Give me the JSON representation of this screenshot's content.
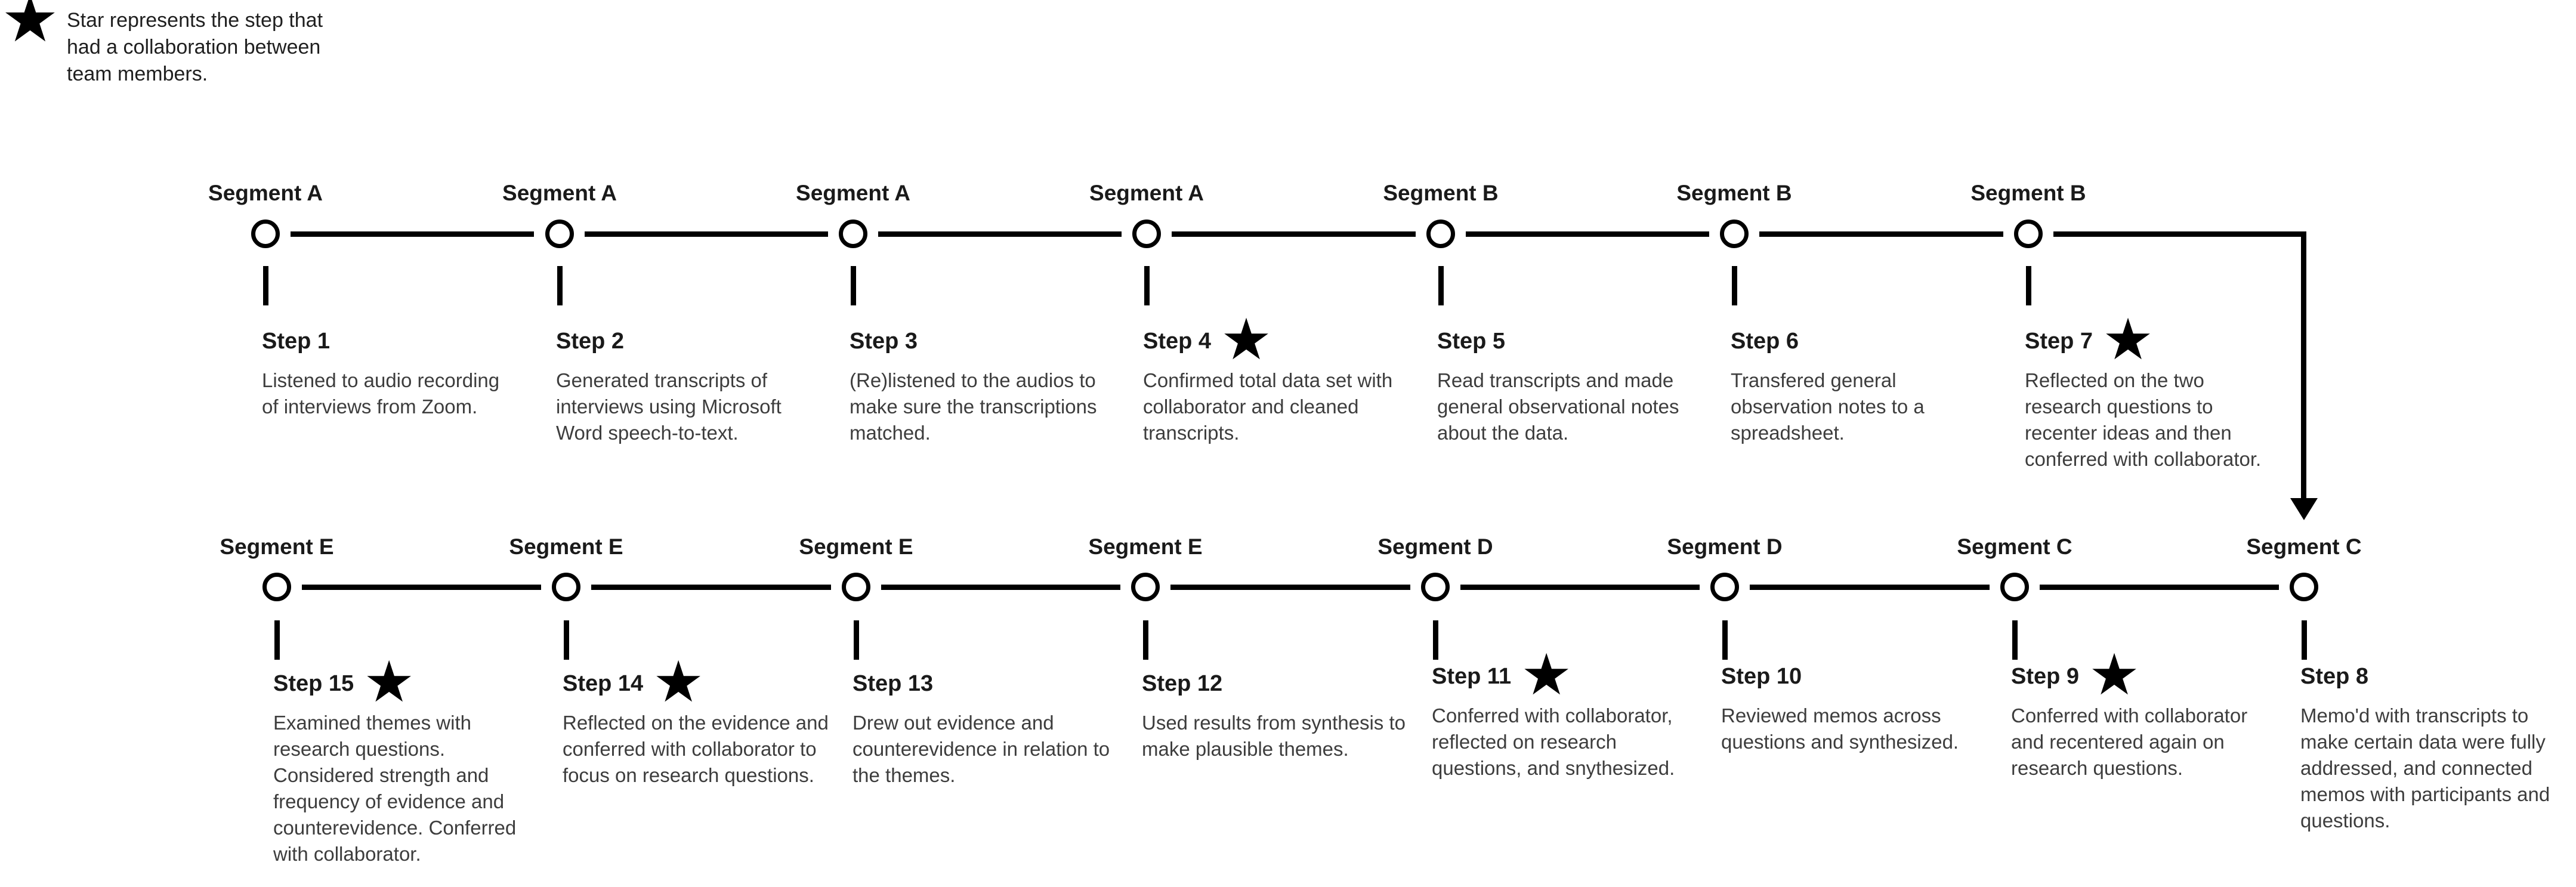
{
  "icons": {
    "star": "★"
  },
  "legend": {
    "text": "Star represents the step that\nhad a collaboration between\nteam members."
  },
  "colors": {
    "line": "#000000",
    "title_text": "#1a1a1a",
    "body_text": "#3d3d3d"
  },
  "rows": [
    {
      "steps": [
        {
          "segment": "Segment A",
          "title": "Step 1",
          "starred": false,
          "description": "Listened to audio recording\nof interviews from Zoom."
        },
        {
          "segment": "Segment A",
          "title": "Step 2",
          "starred": false,
          "description": "Generated transcripts of\ninterviews using Microsoft\nWord speech-to-text."
        },
        {
          "segment": "Segment A",
          "title": "Step 3",
          "starred": false,
          "description": "(Re)listened to the audios to\nmake sure the transcriptions\nmatched."
        },
        {
          "segment": "Segment A",
          "title": "Step 4",
          "starred": true,
          "description": "Confirmed total data set with\ncollaborator and cleaned\ntranscripts."
        },
        {
          "segment": "Segment B",
          "title": "Step 5",
          "starred": false,
          "description": "Read transcripts and made\ngeneral observational notes\nabout the data."
        },
        {
          "segment": "Segment B",
          "title": "Step 6",
          "starred": false,
          "description": "Transfered general\nobservation notes to a\nspreadsheet."
        },
        {
          "segment": "Segment B",
          "title": "Step 7",
          "starred": true,
          "description": "Reflected on the two\nresearch questions to\nrecenter ideas and then\nconferred with collaborator."
        }
      ]
    },
    {
      "steps": [
        {
          "segment": "Segment E",
          "title": "Step 15",
          "starred": true,
          "description": "Examined themes with\nresearch questions.\nConsidered strength and\nfrequency of evidence and\ncounterevidence. Conferred\nwith collaborator."
        },
        {
          "segment": "Segment E",
          "title": "Step 14",
          "starred": true,
          "description": "Reflected on the evidence and\nconferred with collaborator to\nfocus on research questions."
        },
        {
          "segment": "Segment E",
          "title": "Step 13",
          "starred": false,
          "description": "Drew out evidence and\ncounterevidence in relation to\nthe themes."
        },
        {
          "segment": "Segment E",
          "title": "Step 12",
          "starred": false,
          "description": "Used results from synthesis to\nmake plausible themes."
        },
        {
          "segment": "Segment D",
          "title": "Step 11",
          "starred": true,
          "description": "Conferred with collaborator,\nreflected on research\nquestions, and snythesized."
        },
        {
          "segment": "Segment D",
          "title": "Step 10",
          "starred": false,
          "description": "Reviewed memos across\nquestions and synthesized."
        },
        {
          "segment": "Segment C",
          "title": "Step 9",
          "starred": true,
          "description": "Conferred with collaborator\nand recentered again on\nresearch questions."
        },
        {
          "segment": "Segment C",
          "title": "Step 8",
          "starred": false,
          "description": "Memo'd with transcripts to\nmake certain data were fully\naddressed, and connected\nmemos with participants and\nquestions."
        }
      ]
    }
  ]
}
